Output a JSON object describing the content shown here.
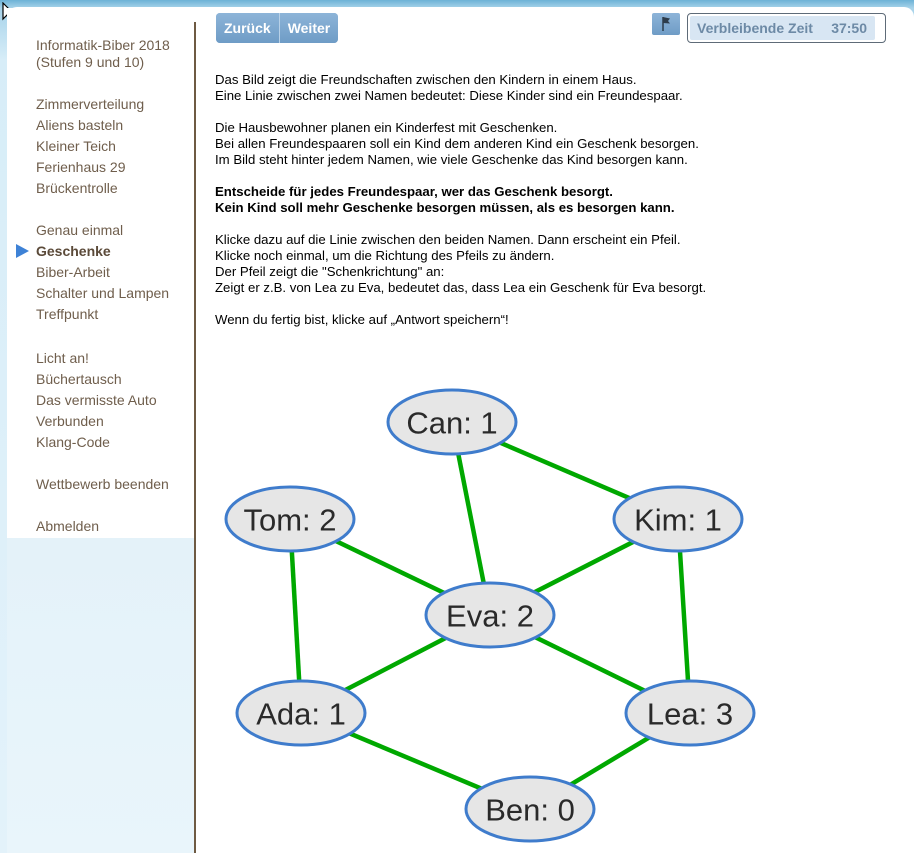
{
  "sidebar": {
    "title_line1": "Informatik-Biber 2018",
    "title_line2": "(Stufen 9 und 10)",
    "groups": [
      {
        "items": [
          "Zimmerverteilung",
          "Aliens basteln",
          "Kleiner Teich",
          "Ferienhaus 29",
          "Brückentrolle"
        ]
      },
      {
        "items": [
          "Genau einmal",
          "Geschenke",
          "Biber-Arbeit",
          "Schalter und Lampen",
          "Treffpunkt"
        ]
      },
      {
        "items": [
          "Licht an!",
          "Büchertausch",
          "Das vermisste Auto",
          "Verbunden",
          "Klang-Code"
        ]
      },
      {
        "items": [
          "Wettbewerb beenden"
        ]
      },
      {
        "items": [
          "Abmelden"
        ]
      }
    ],
    "active_item": "Geschenke"
  },
  "toolbar": {
    "back_label": "Zurück",
    "next_label": "Weiter",
    "flag_icon": "flag-icon",
    "timer_label": "Verbleibende Zeit",
    "timer_value": "37:50"
  },
  "task": {
    "paragraphs": [
      {
        "bold": false,
        "lines": [
          "Das Bild zeigt die Freundschaften zwischen den Kindern in einem Haus.",
          "Eine Linie zwischen zwei Namen bedeutet: Diese Kinder sind ein Freundespaar."
        ]
      },
      {
        "bold": false,
        "lines": [
          "Die Hausbewohner planen ein Kinderfest mit Geschenken.",
          "Bei allen Freundespaaren soll ein Kind dem anderen Kind ein Geschenk besorgen.",
          "Im Bild steht hinter jedem Namen, wie viele Geschenke das Kind besorgen kann."
        ]
      },
      {
        "bold": true,
        "lines": [
          "Entscheide für jedes Freundespaar, wer das Geschenk besorgt.",
          "Kein Kind soll mehr Geschenke besorgen müssen, als es besorgen kann."
        ]
      },
      {
        "bold": false,
        "lines": [
          "Klicke dazu auf die Linie zwischen den beiden Namen. Dann erscheint ein Pfeil.",
          "Klicke noch einmal, um die Richtung des Pfeils zu ändern.",
          "Der Pfeil zeigt die \"Schenkrichtung\" an:",
          "Zeigt er z.B. von Lea zu Eva, bedeutet das, dass Lea ein Geschenk für Eva besorgt."
        ]
      },
      {
        "bold": false,
        "lines": [
          "Wenn du fertig bist, klicke auf „Antwort speichern“!"
        ]
      }
    ]
  },
  "graph": {
    "nodes": [
      {
        "id": "can",
        "label": "Can: 1"
      },
      {
        "id": "tom",
        "label": "Tom: 2"
      },
      {
        "id": "kim",
        "label": "Kim: 1"
      },
      {
        "id": "eva",
        "label": "Eva: 2"
      },
      {
        "id": "ada",
        "label": "Ada: 1"
      },
      {
        "id": "lea",
        "label": "Lea: 3"
      },
      {
        "id": "ben",
        "label": "Ben: 0"
      }
    ],
    "edges": [
      [
        "can",
        "kim"
      ],
      [
        "can",
        "eva"
      ],
      [
        "tom",
        "eva"
      ],
      [
        "tom",
        "ada"
      ],
      [
        "kim",
        "eva"
      ],
      [
        "kim",
        "lea"
      ],
      [
        "eva",
        "ada"
      ],
      [
        "eva",
        "lea"
      ],
      [
        "ada",
        "ben"
      ],
      [
        "lea",
        "ben"
      ]
    ],
    "colors": {
      "edge": "#00a800",
      "node_fill": "#e6e6e6",
      "node_stroke": "#3f7ccc"
    }
  }
}
